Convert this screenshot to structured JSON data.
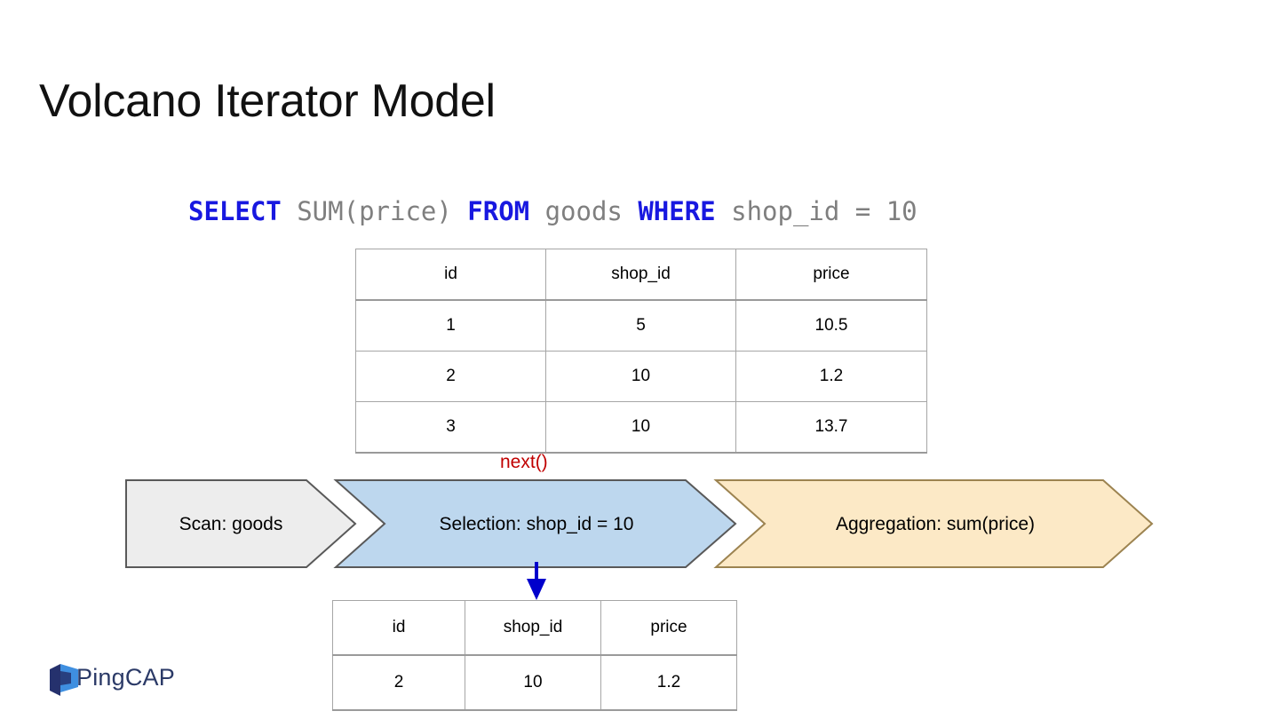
{
  "slide": {
    "title": "Volcano Iterator Model",
    "background_color": "#FFFFFF"
  },
  "sql": {
    "full_text": "SELECT SUM(price) FROM goods WHERE shop_id = 10",
    "keyword_color": "#1818E0",
    "plain_color": "#7F7F7F",
    "tokens": [
      {
        "text": "SELECT",
        "type": "keyword"
      },
      {
        "text": " SUM(price) ",
        "type": "plain"
      },
      {
        "text": "FROM",
        "type": "keyword"
      },
      {
        "text": " goods ",
        "type": "plain"
      },
      {
        "text": "WHERE",
        "type": "keyword"
      },
      {
        "text": " shop_id = 10",
        "type": "plain"
      }
    ]
  },
  "source_table": {
    "name": "goods",
    "columns": [
      "id",
      "shop_id",
      "price"
    ],
    "rows": [
      [
        "1",
        "5",
        "10.5"
      ],
      [
        "2",
        "10",
        "1.2"
      ],
      [
        "3",
        "10",
        "13.7"
      ]
    ]
  },
  "result_table": {
    "columns": [
      "id",
      "shop_id",
      "price"
    ],
    "rows": [
      [
        "2",
        "10",
        "1.2"
      ]
    ]
  },
  "next_call": {
    "label": "next()",
    "color": "#C00000"
  },
  "pipeline": {
    "arrow_color": "#0000CC",
    "stages": [
      {
        "id": "scan",
        "label": "Scan: goods",
        "fill": "#EDEDED",
        "stroke": "#595959"
      },
      {
        "id": "selection",
        "label": "Selection: shop_id = 10",
        "fill": "#BDD7EE",
        "stroke": "#595959"
      },
      {
        "id": "aggregation",
        "label": "Aggregation: sum(price)",
        "fill": "#FCE9C6",
        "stroke": "#9C8350"
      }
    ]
  },
  "logo": {
    "wordmark": "PingCAP",
    "mark_dark": "#25316D",
    "mark_light": "#3F8FE0",
    "word_color": "#2B3A67"
  }
}
